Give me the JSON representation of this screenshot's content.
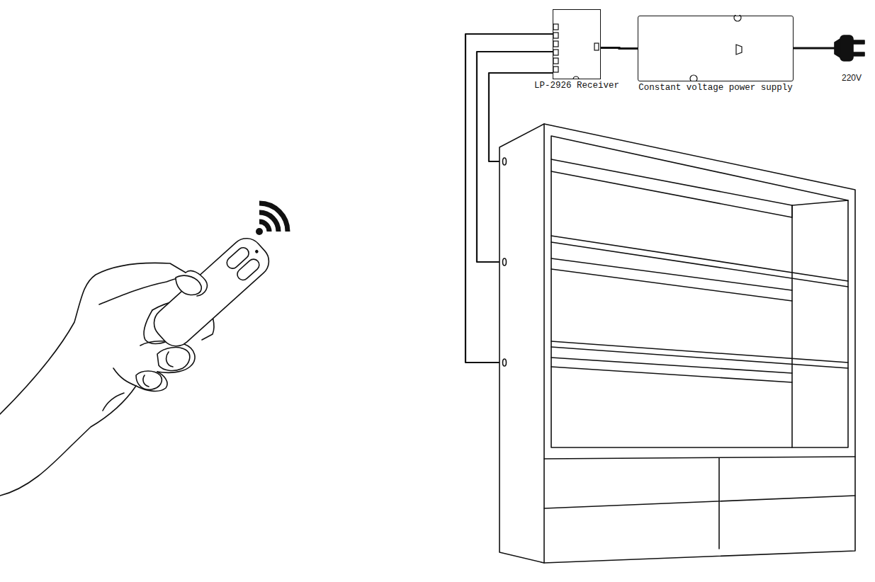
{
  "diagram": {
    "nodes": [
      {
        "text": [
          "LP-2926 Receiver"
        ]
      },
      {
        "text": [
          "Constant voltage power supply"
        ]
      }
    ],
    "edges": [
      {
        "from": 0,
        "to": 1,
        "arrow": "none"
      }
    ],
    "labels": [
      "220V"
    ]
  }
}
